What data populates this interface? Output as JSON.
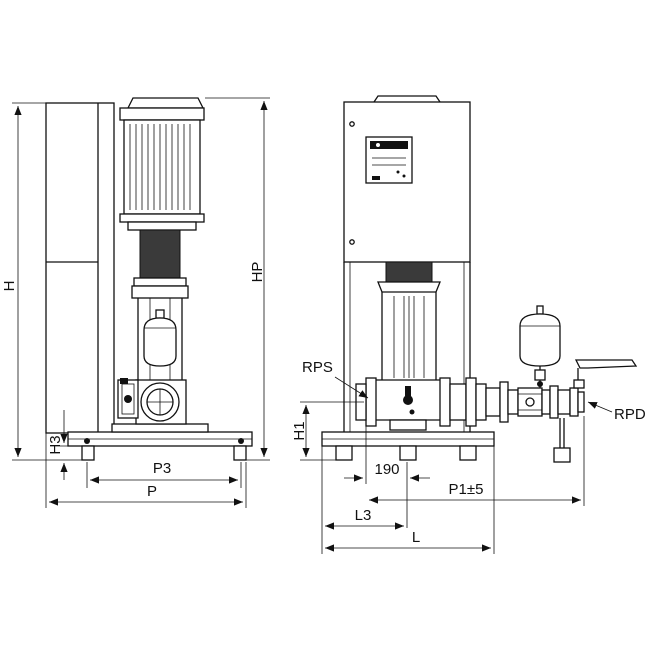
{
  "figure": {
    "side_view": {
      "labels": {
        "H": "H",
        "HP": "HP",
        "H3": "H3",
        "P3": "P3",
        "P": "P"
      }
    },
    "front_view": {
      "labels": {
        "RPS": "RPS",
        "RPD": "RPD",
        "H1": "H1",
        "190": "190",
        "P1": "P1±5",
        "L3": "L3",
        "L": "L"
      }
    }
  }
}
